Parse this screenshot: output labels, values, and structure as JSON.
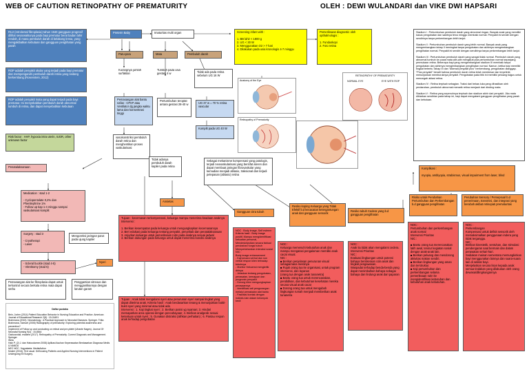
{
  "title": "WEB OF CAUTION RETINOPATHY OF PREMATURITY",
  "author": "OLEH : DEWI WULANDARI  dan VIKE DWI HAPSARI",
  "nodes": {
    "ruj": "RUJ (retrolental fibroplasia) tahun 1940 gangguan progresif dilihat sesarwaktunya pada bayi prematur berat badan lahir rendah, di mana pembuluh darah di belakang lensa, yang mengakibatkan kebutaan dan gangguan penglihatan yang parah",
    "rop1": "ROP adalah penyakit okular yang terjadi pada bayi prematur dan mempengaruhi pembuluh darah retina yang sedang berkembang (Rosenstein, 2012)",
    "rop2": "ROP adalah penyakit mata yang dapat terjadi pada bayi prematur. Ini menyebabkan pembuluh darah abnormal tumbuh di retina, dan dapat menyebabkan kebutaan",
    "risk": "Risk factor : HAP, hypoxia intra uterin, IUGR, other unknown factor",
    "preterm": "Preterm Baby",
    "imaturitas": "Imaturitas multi organ",
    "paru": "Paru-paru",
    "mata": "Mata",
    "pembuluh": "Pembuluh darah",
    "kurang": "Kurangnya jumlah surfaktan",
    "tumbuh": "Tumbuh pada usia gestasi 4 w",
    "tidak16": "Tidak ada pada retina sebelum UG 16 W",
    "alat": "Pemasangan alat bantu nafas : CPAP atau Ventilator dg jangka waktu lama dan konsentrasi tinggi",
    "tumbuhan": "Pertumbuhan teroptat antara gestasi 28-40 w",
    "ug37": "UG 37 w = 70 % retina vascular",
    "vaso": "vasokonstriksi pembuluh darah retina dan menghentikan proses vaskularisasi",
    "komplit": "Komplit pada UG 40 W",
    "tidakadanya": "Tidak adanya pembuluh darah kapiler pada retina",
    "mekanisme": "Sebagai mekanisme kompensasi yang patologis, terjadi neovaskularisasi yang bersifat ateren dan dapat membuat jaringan fibrovaskular yang kemudian menjadi ablasio, traksional dan terjadi pelepasan (ablasio) retina",
    "screening": "Screening infant with :\n\n1.   BB lahir < 1800 g\n2.   UG < 30 W\n3.   Menggunakan O2 > 7 hari\n4.   Dilakukan pada usia kronologis 4-7 minggu",
    "pemeriksaan": "Pemeriksaan diagnostic oleh opthalmologis :\n\n1.   Funduskopi\n2.   Foto retina",
    "stadium": "Stadium I : Pertumbuhan pembuluh darah yang abnormal ringan. Banyak anak yang  memiliki kasus pengobatan dan sakitnya terus minggu membaik normal. Penyakit ini sendiri dengan sendirinya tanpa perkembangan lebih lanjut.\n\nStadium II : Pertumbuhan pembuluh darah yang lebih normal. Banyak anak yang mengembangkan tahap II meningkat tanpa pengobatan dan akhirnya mengembangkan penglihatan normal. Penyakit ini sendiri dengan sendirinya tanpa perkembangan lebih lanjut.\n\nStadium III : Pertumbuhan pembuluh darah yang sangat tidak normal. Pembuluh darah yang abnormal tumbuh ke pusat mata alih-alih mengikuti pola pertumbuhan normal sepanjang permukaan retina. Beberapa bayi yang mengembangkan stadium III membaik tanpa pengobatan dan akhirnya mengembangkan penglihatan normal. Namun, ketika bayi memiliki tingkat tertentu Tahap III dan \"dikenali penyakit plus\" berkembang, pengobatan dianggap. \"Plus penyakit\" berarti bahwa pembuluh darah retina telah membesar dan terpelintir, menunjukkan memburuknya penyakit. Pengobatan pada titik ini memiliki peluang bagus untuk mencegah ablasi retina.\n\nStadium IV : Retina terpisah sebagian. Traksi dari bekas luka yang dihasilkan oleh perdarahan, pembuluh abnormal menarik retina menjauh dari dinding mata.\n\nStadium V : Retina yang sepenuhnya terpisah dan stadium akhir dari penyakit. Jika mata dibiarkan sendirian pada tahap ini, bayi dapat mengalami gangguan penglihatan yang parah dan kebutaan.",
    "komplikasi": "Komplikasi :\n\nmyopia, amblyopia, strabismus, visual impairment from laser,  blind",
    "penatalaksanaan": "Penatalaksanaan",
    "medication": "Medication : stad 1-2\n\n-    Cyclopentolate 0,2% dan\n      Phenilephrine 1%\n-    Follow up tiap 1-4 minggu sampai\n      vaskularisasi komplit",
    "surgery": "Surgery  : stad 3\n\n-    Cryotherapi\n-    Laser",
    "scleral": "-    Scleral buckle (stad 4-5)\n-    Vitrektomy (stad 5)",
    "jarum": "Mengoreksi jaringan parut pada ujung kapiler",
    "nyeri": "Nyeri",
    "ansietas": "Ansietas",
    "resiko_keluarga": "Resiko koping Keluarga yang Tidak Efektif b.d kecacatan ketergantungan anak dari gangguan sensorik",
    "resiko_cedera": "Resiko tubuh Cedera yang b.d gangguan penglihatan",
    "gangguan_citra": "Gangguan citra tubuh",
    "perubahan_pert": "Risiko untuk Perubahan Pertumbuhan dan Perkembangan b.d gangguan penglihatan",
    "perubahan_sensori": "Perubahan Sensory / Persepsual b.d penerimaan, transmisi, dan integrasi yang berubah akibat retinopati prematuritas",
    "fibroplasia": "Pemasangan alat ke fibroplasia dapat untuk terkontrol secara berkala retina mata dapat serbu",
    "pergantian": "Penggantian  vitreous dan menggantikannya dengan larutan garam",
    "ansietas_tujuan": "Tujuan : kecemasan terkompensasi, keluarga mampu menerima keadaan anaknya\nIntervensi :\n\n1.   Berikan kesempatan pada keluarga untuk mengungkapkan kecemasannya\n2.   Beri edukasi pada keluarga tentang penyakit, penyebab dan penatalaksanaan\n3.   Anjurkan keluarga untuk pemeriksaan rutin pada anaknya sesuai jadwal\n4.   Berikan dukungan pada keluarga untuk dapat menerima kondisi anaknya",
    "nyeri_tujuan": "Tujuan : Anak tidak mengalami nyeri atau penurunan nyeri sampai tingkat yang dapat diterima anak. Kriteria hasil : Anak berdasarkan tenang & menunjukkan bukti-bukti nyeri yang minimal  atau tidak ada\nIntervensi : 1. Kaji tingkat nyeri ; 2. Berikan posisi yg nyaman; 3. Hindari memaparkan area operasi dengan pencahayaan; 4. Berikan analgesik sesuai ketentuan untuk nyeri ; 5. Gunakan distraksi  (alihkan perhatian) ; 6. Pantau respon anak terhadap pengobatan",
    "citra_noc": "NOC : Body image, Self esteem\nKriteria hasil : Body image positif, Mampu mengidentifikasi kekuatan personal, Mendeskripsikan secara faktual perubahan fungsi tubuh\nMempertahankan interaksi sosial\nNIC :\nBody image enhancement\n-  Kaji secara verbal dan non verbal respon klien terhadap tubuhnya\n-  Monitor frekuensi mengkritik dirinya\n-  Jelaskan tentang pengobatan, perawatan, kemajuan dan prognosis penyakit\n-  Dorong klien mengungkapkan perasaannya\n-  Identifikasi arti pengurangan melalui pemakaian alat bantu\n-  Fasilitasi kontak dengan individu lain dalam kelompok kecil",
    "keluarga_noc": "NOC :\nKeluarga memenuhi kebutuhan anak dan mampu mengatasi pengalaman memiliki anak cacat visual.\nNIC :\n■  Berikan penjelasan penurunan visual sebagaimana mestinya\n■  Rujuk orang tua ke organisasi, untuk program intervensi, dan layanan\n(orang tua dengan anak tunanetra)\n■  Bantu orang tua untuk merencanakan, pendidikan, dan kebutuhan kesehatan mereka secara visual anak cacat\n■  Dorong orang tua untuk mengubah lingkungan rumah menjadi memberikan anak tunanetra",
    "cedera_noc": "NOC :\nAnak tiu tidak akan mengalami cedera.\nIntervensi Prioritas\nNIC :\nEvaluasi lingkungan untuk potensi bahaya bersikeraan cola anak dan tingkat pengawasan.\nWaspadai  terhadap benda-benda yang dapat menimbulkan bahaya sebagai bahaya  dan lindungi anak dari paparan",
    "pert_noc": "NOC :\nPertumbuhan dan perkembangan anak  normal\nIntervensi Prioritas\nNIC :\n\n■  Bantu orang tua merencanakan latih awal, terutur kegiatan sosial dengan anak-anak lain.\n■  Berikan peluang dan mendorong aktivitas makan sendiri.\n■  Berikan lingkungan yang aman dan terstruktur.\n■  Kaji pertumbuhan dan perkembangan selama pemeriksaan rutin ke mengidentifikasi kebutuhan dan kebutuhan anak kebutuhan.",
    "sensori_noc": "NOC :\nPerkembangan\nKompensasi untuk defisit sensorik oleh memaksimalkan penggunaan indera yang tidak terganggu.\nNIC :\nBerikan kinestetik, sentuhan, dan stimulasi pendengaran saat bermain dan dalam perawatan sehari-hari.\nSediakan mainan sementara memungkinkan bayi menggunakan lainnya dan suara-suara lain di sekitar bayi.\nMenjelaskan secara lisan kepada anak semua tindakan yang dilakukan oleh orang dewasa/dilingkungannya"
  },
  "figures": {
    "anat1": "Anatomy of the Eye",
    "anat2": "Retinopathy of Prematurity",
    "stages": "RETINOPATHY OF PREMATURITY",
    "normal": "NORMAL EYE",
    "rop_eye": "EYE WITH ROP"
  },
  "refs": {
    "head": "Daftar pustaka",
    "body": "Bein, Jorlen (2014) Patient Education Behavior in Nursing Education and Practice. American Journal of Educational Research 2(8) : 15-24491\nBrahmana (2010). Neonatology : A Practical Approach to Neonatal Diseases. Springer. Tritta\nBrahmana, Samuel (2006) Radiography of prematurity: Exploring potential awareness and prevention?\nImplement of Follow up and conducting on retinal and pre-pfafet (Ulrante Nages). Journal Of Neonatal Nursing 9(4) : 15-8544\nGarkowrdali, eradime (2017). Retinopathy of Prematurity. Current Diagnosis and Management. Springer\nWela\nHain P. (2) J. dan Hatoodarmm 2008) Aplikasi Asuhan Keperawatan Berdasarkan Diagnosa Medis & NANDA\nNEC NOC. Yogyakarta. MediaAction\nMusler (2016). Text usual. Delhousing Patients and Applied Nursing Interventions in Patient Undergoing Eli Surgery."
  }
}
